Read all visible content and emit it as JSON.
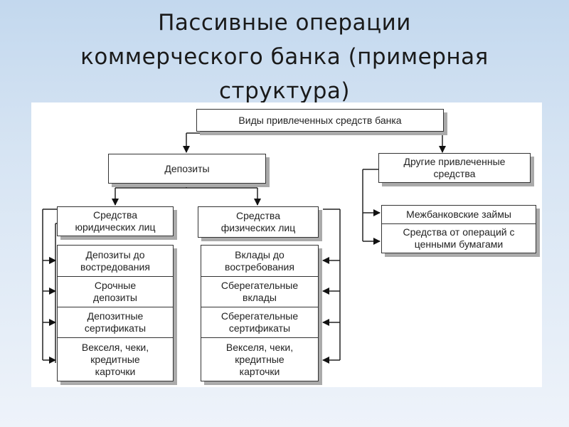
{
  "slide": {
    "title": "Пассивные операции\nкоммерческого банка (примерная\nструктура)"
  },
  "diagram": {
    "root": "Виды привлеченных средств банка",
    "deposits": "Депозиты",
    "other": "Другие привлеченные\nсредства",
    "legal": "Средства\nюридических лиц",
    "physical": "Средства\nфизических лиц",
    "legal_items": [
      "Депозиты до\nвостредования",
      "Срочные\nдепозиты",
      "Депозитные\nсертификаты",
      "Векселя, чеки,\nкредитные\nкарточки"
    ],
    "physical_items": [
      "Вклады до\nвостребования",
      "Сберегательные\nвклады",
      "Сберегательные\nсертификаты",
      "Векселя, чеки,\nкредитные\nкарточки"
    ],
    "other_items": [
      "Межбанковские займы",
      "Средства от операций с\nценными бумагами"
    ]
  }
}
